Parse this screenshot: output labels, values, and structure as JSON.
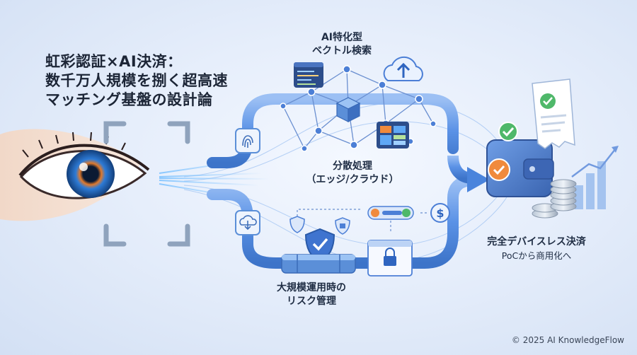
{
  "title": {
    "line1": "虹彩認証×AI決済：",
    "line2": "数千万人規模を捌く超高速",
    "line3": "マッチング基盤の設計論"
  },
  "labels": {
    "ai_vector_line1": "AI特化型",
    "ai_vector_line2": "ベクトル検索",
    "distributed_line1": "分散処理",
    "distributed_line2": "（エッジ/クラウド）",
    "risk_line1": "大規模運用時の",
    "risk_line2": "リスク管理",
    "payment_title": "完全デバイスレス決済",
    "payment_sub": "PoCから商用化へ"
  },
  "icons": {
    "dollar": "$"
  },
  "colors": {
    "accent_blue": "#3f7fe0",
    "pipe_blue": "#5b92e6",
    "check_green": "#4fb86a",
    "alert_orange": "#f08a3c"
  },
  "footer": {
    "copyright": "© 2025 AI KnowledgeFlow"
  }
}
